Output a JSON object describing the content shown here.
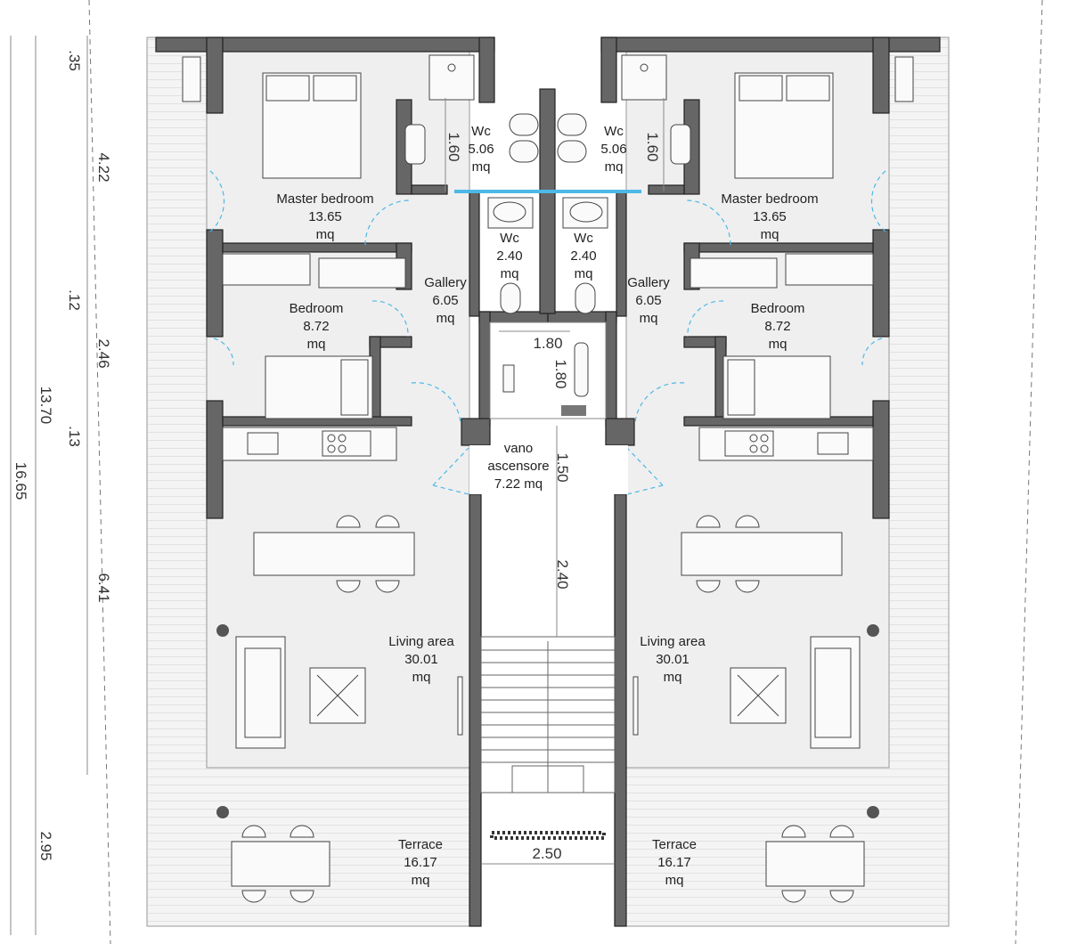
{
  "plan": {
    "rooms": [
      {
        "name": "Master bedroom",
        "area": "13.65",
        "unit": "mq"
      },
      {
        "name": "Bedroom",
        "area": "8.72",
        "unit": "mq"
      },
      {
        "name": "Gallery",
        "area": "6.05",
        "unit": "mq"
      },
      {
        "name": "Wc",
        "area": "5.06",
        "unit": "mq"
      },
      {
        "name": "Wc",
        "area": "2.40",
        "unit": "mq"
      },
      {
        "name": "Living area",
        "area": "30.01",
        "unit": "mq"
      },
      {
        "name": "Terrace",
        "area": "16.17",
        "unit": "mq"
      },
      {
        "name": "Master bedroom",
        "area": "13.65",
        "unit": "mq"
      },
      {
        "name": "Bedroom",
        "area": "8.72",
        "unit": "mq"
      },
      {
        "name": "Gallery",
        "area": "6.05",
        "unit": "mq"
      },
      {
        "name": "Wc",
        "area": "5.06",
        "unit": "mq"
      },
      {
        "name": "Wc",
        "area": "2.40",
        "unit": "mq"
      },
      {
        "name": "Living area",
        "area": "30.01",
        "unit": "mq"
      },
      {
        "name": "Terrace",
        "area": "16.17",
        "unit": "mq"
      }
    ],
    "elevator": {
      "line1": "vano",
      "line2": "ascensore",
      "line3": "7.22 mq"
    },
    "dimensions": {
      "side": [
        ".35",
        "4.22",
        ".12",
        "2.46",
        ".13",
        "13.70",
        "16.65",
        "6.41",
        "2.95"
      ],
      "inner": [
        "1.60",
        "1.60",
        "1.80",
        "1.80",
        "1.50",
        "2.40",
        "2.50"
      ]
    }
  }
}
